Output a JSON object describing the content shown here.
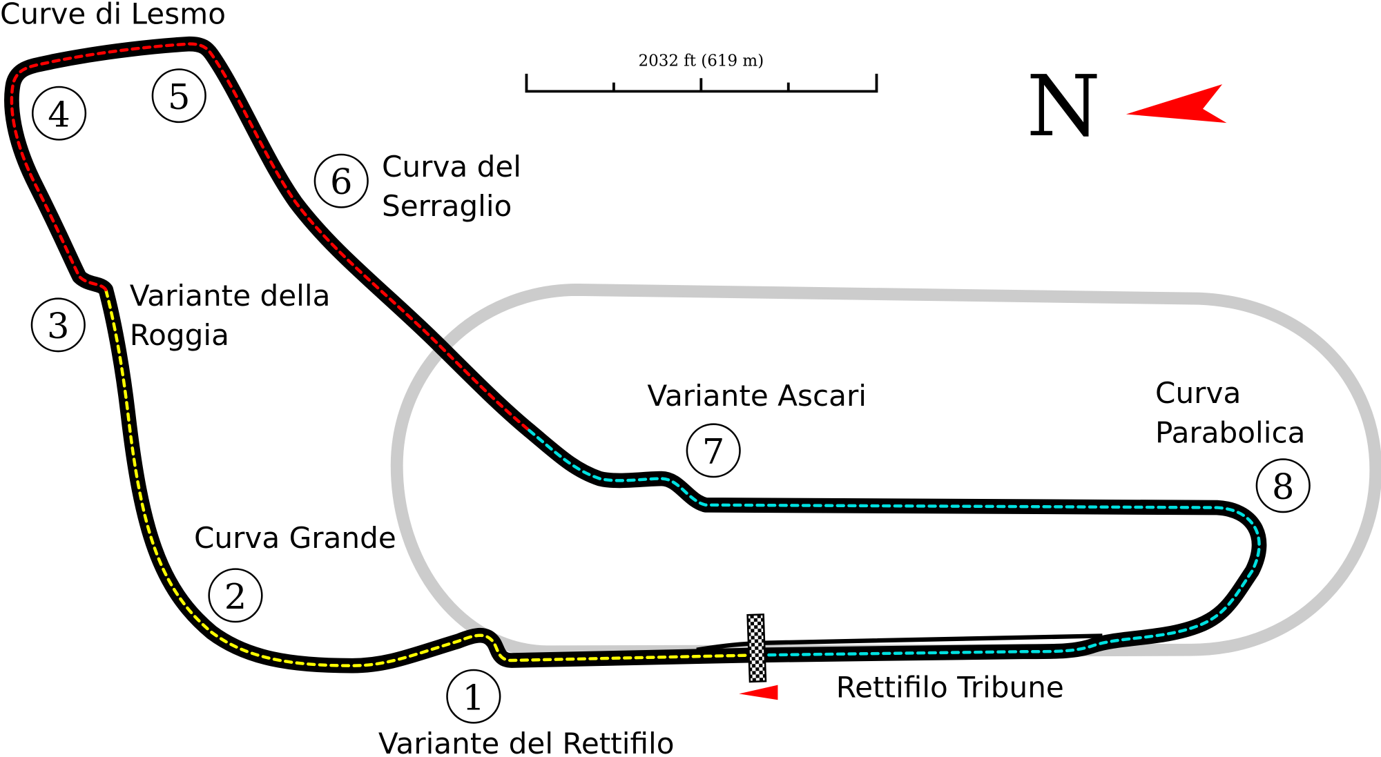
{
  "scale_bar": {
    "text": "2032 ft (619 m)"
  },
  "north": {
    "letter": "N"
  },
  "colors": {
    "sector1": "#ffff00",
    "sector2": "#ff0000",
    "sector3": "#00e0e0",
    "track": "#000000",
    "old_oval": "#cccccc",
    "arrow": "#ff0000"
  },
  "turns": [
    {
      "number": "1",
      "name": "Variante del Rettifilo"
    },
    {
      "number": "2",
      "name": "Curva Grande"
    },
    {
      "number": "3",
      "name_line1": "Variante della",
      "name_line2": "Roggia"
    },
    {
      "number": "4",
      "name": "Curve di Lesmo"
    },
    {
      "number": "5"
    },
    {
      "number": "6",
      "name_line1": "Curva del",
      "name_line2": "Serraglio"
    },
    {
      "number": "7",
      "name": "Variante Ascari"
    },
    {
      "number": "8",
      "name_line1": "Curva",
      "name_line2": "Parabolica"
    }
  ],
  "straight": {
    "name": "Rettifilo Tribune"
  }
}
